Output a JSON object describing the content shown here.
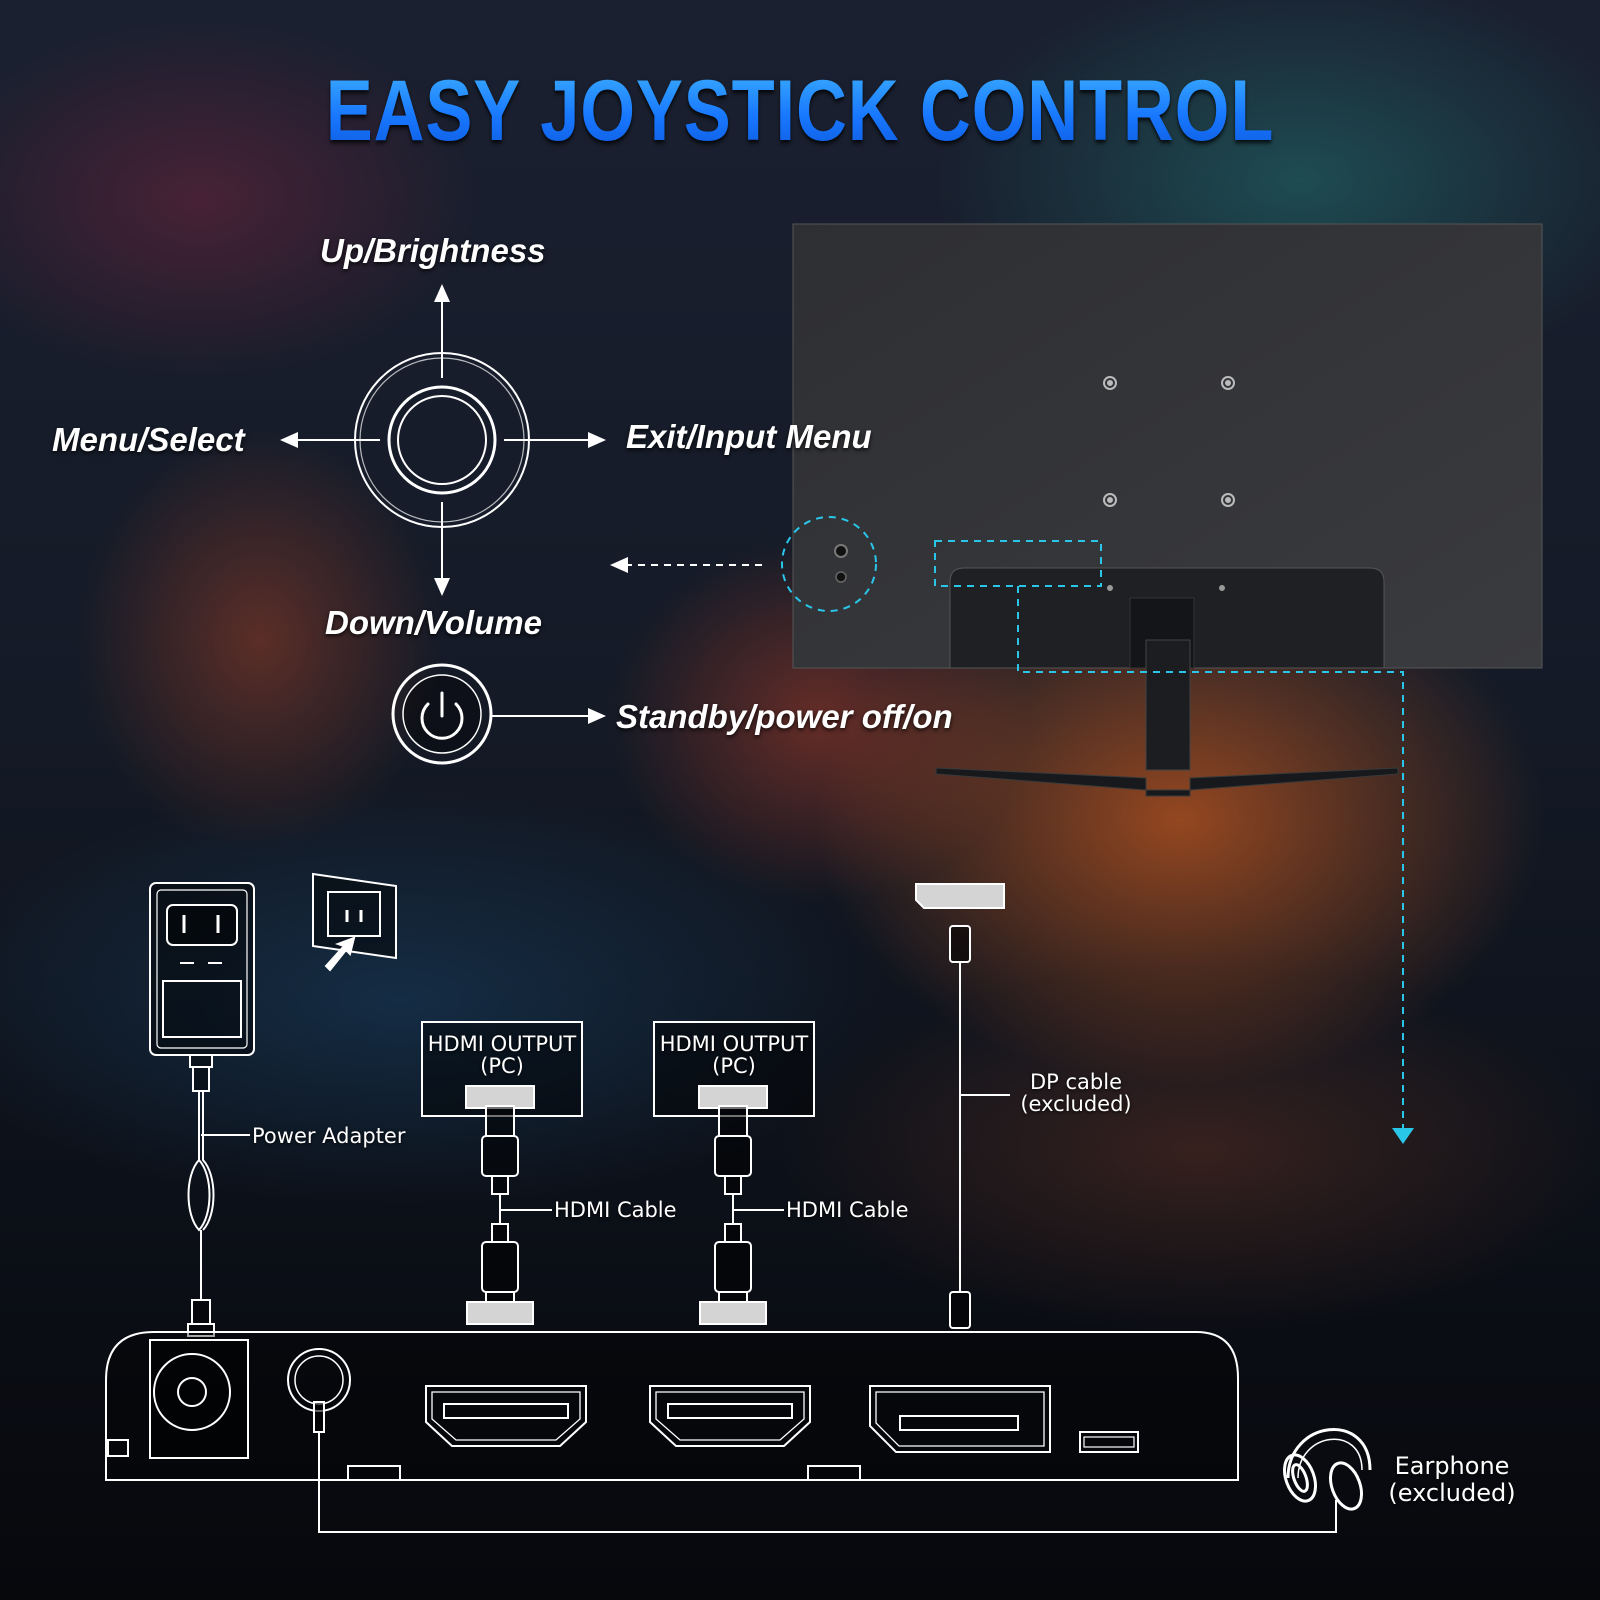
{
  "title": "EASY JOYSTICK CONTROL",
  "joystick": {
    "up": "Up/Brightness",
    "down": "Down/Volume",
    "left": "Menu/Select",
    "right": "Exit/Input Menu",
    "power": "Standby/power off/on"
  },
  "connections": {
    "power_adapter": "Power Adapter",
    "hdmi_output_1": {
      "line1": "HDMI OUTPUT",
      "line2": "(PC)"
    },
    "hdmi_output_2": {
      "line1": "HDMI OUTPUT",
      "line2": "(PC)"
    },
    "hdmi_cable_1": "HDMI Cable",
    "hdmi_cable_2": "HDMI Cable",
    "dp_cable": {
      "line1": "DP cable",
      "line2": "(excluded)"
    },
    "earphone": {
      "line1": "Earphone",
      "line2": "(excluded)"
    }
  },
  "colors": {
    "title_blue": "#1a8cff",
    "highlight_cyan": "#29c6ea",
    "line_white": "#ffffff"
  }
}
